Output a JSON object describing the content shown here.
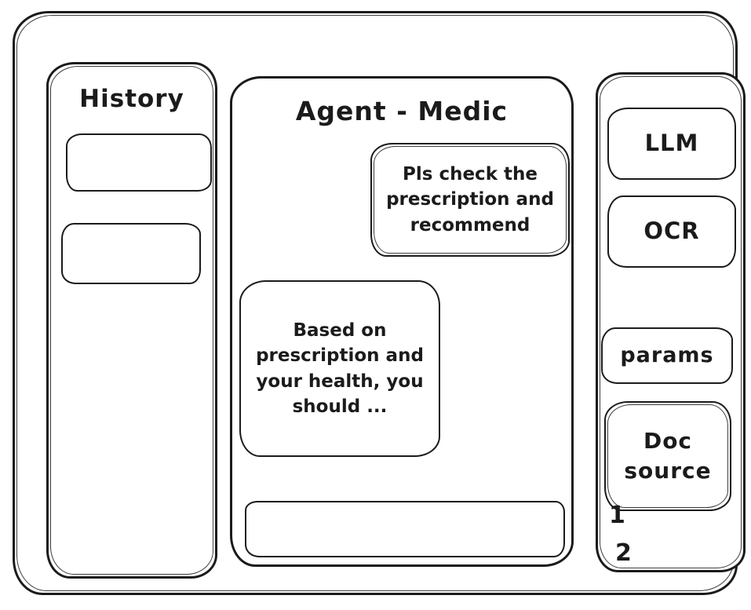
{
  "window": {
    "background": "#ffffff",
    "stroke_color": "#1b1b1b"
  },
  "history_panel": {
    "title": "History",
    "items": [
      {
        "label": ""
      },
      {
        "label": ""
      }
    ]
  },
  "chat_panel": {
    "title": "Agent - Medic",
    "messages": [
      {
        "role": "user",
        "text": "Pls check the prescription and recommend"
      },
      {
        "role": "agent",
        "text": "Based on prescription and your health, you should ..."
      }
    ],
    "input": {
      "value": ""
    }
  },
  "tools_panel": {
    "buttons": [
      {
        "label": "LLM"
      },
      {
        "label": "OCR"
      },
      {
        "label": "params"
      },
      {
        "label": "Doc source"
      }
    ],
    "doc_source_items": [
      "1",
      "2"
    ]
  }
}
